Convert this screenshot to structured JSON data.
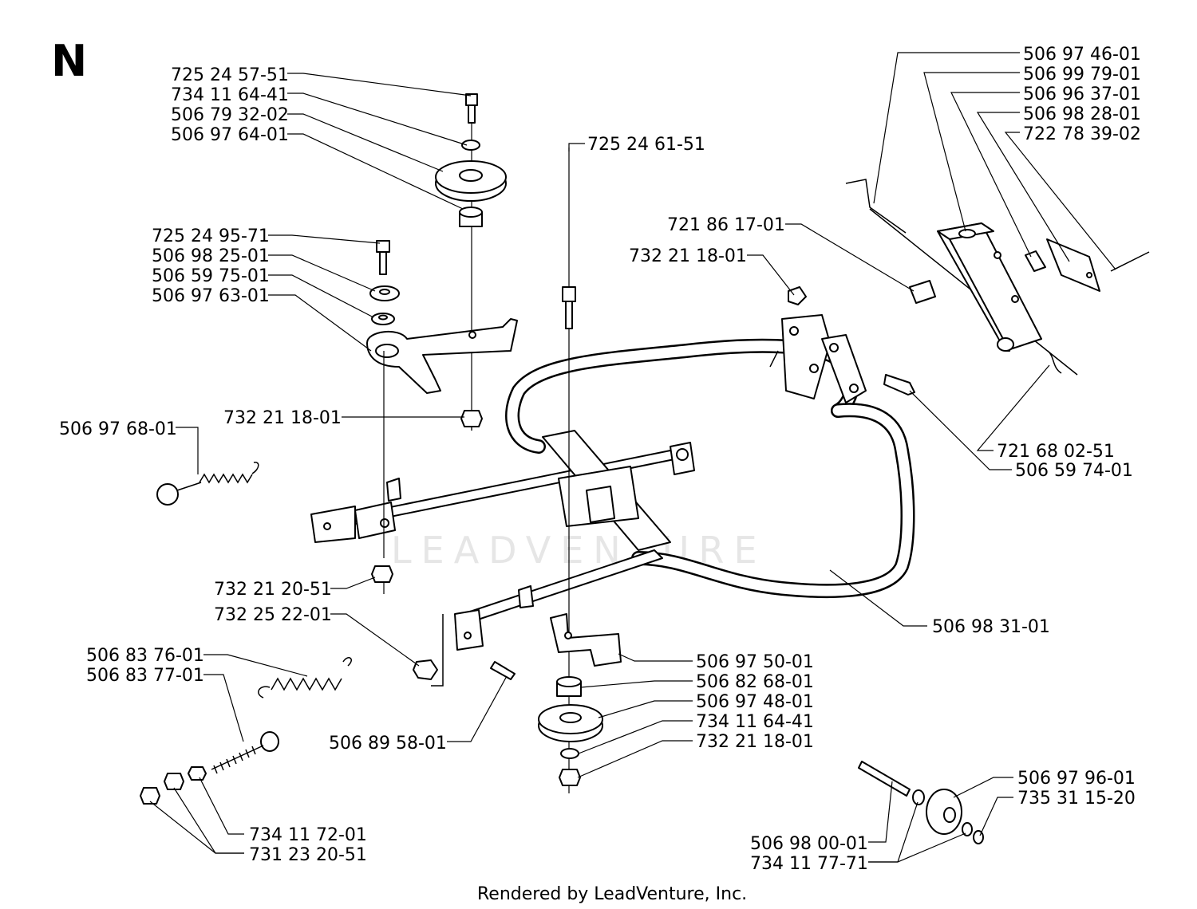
{
  "section": "N",
  "footer": "Rendered by LeadVenture, Inc.",
  "watermark": "LEADVENTURE",
  "parts": [
    {
      "id": "p1",
      "number": "725 24 57-51"
    },
    {
      "id": "p2",
      "number": "734 11 64-41"
    },
    {
      "id": "p3",
      "number": "506 79 32-02"
    },
    {
      "id": "p4",
      "number": "506 97 64-01"
    },
    {
      "id": "p5",
      "number": "725 24 95-71"
    },
    {
      "id": "p6",
      "number": "506 98 25-01"
    },
    {
      "id": "p7",
      "number": "506 59 75-01"
    },
    {
      "id": "p8",
      "number": "506 97 63-01"
    },
    {
      "id": "p9",
      "number": "725 24 61-51"
    },
    {
      "id": "p10",
      "number": "721 86 17-01"
    },
    {
      "id": "p11",
      "number": "732 21 18-01"
    },
    {
      "id": "p12",
      "number": "506 97 46-01"
    },
    {
      "id": "p13",
      "number": "506 99 79-01"
    },
    {
      "id": "p14",
      "number": "506 96 37-01"
    },
    {
      "id": "p15",
      "number": "506 98 28-01"
    },
    {
      "id": "p16",
      "number": "722 78 39-02"
    },
    {
      "id": "p17",
      "number": "732 21 18-01"
    },
    {
      "id": "p18",
      "number": "506 97 68-01"
    },
    {
      "id": "p19",
      "number": "721 68 02-51"
    },
    {
      "id": "p20",
      "number": "506 59 74-01"
    },
    {
      "id": "p21",
      "number": "732 21 20-51"
    },
    {
      "id": "p22",
      "number": "732 25 22-01"
    },
    {
      "id": "p23",
      "number": "506 98 31-01"
    },
    {
      "id": "p24",
      "number": "506 83 76-01"
    },
    {
      "id": "p25",
      "number": "506 83 77-01"
    },
    {
      "id": "p26",
      "number": "506 97 50-01"
    },
    {
      "id": "p27",
      "number": "506 82 68-01"
    },
    {
      "id": "p28",
      "number": "506 97 48-01"
    },
    {
      "id": "p29",
      "number": "734 11 64-41"
    },
    {
      "id": "p30",
      "number": "732 21 18-01"
    },
    {
      "id": "p31",
      "number": "506 89 58-01"
    },
    {
      "id": "p32",
      "number": "506 97 96-01"
    },
    {
      "id": "p33",
      "number": "735 31 15-20"
    },
    {
      "id": "p34",
      "number": "734 11 72-01"
    },
    {
      "id": "p35",
      "number": "731 23 20-51"
    },
    {
      "id": "p36",
      "number": "506 98 00-01"
    },
    {
      "id": "p37",
      "number": "734 11 77-71"
    }
  ]
}
